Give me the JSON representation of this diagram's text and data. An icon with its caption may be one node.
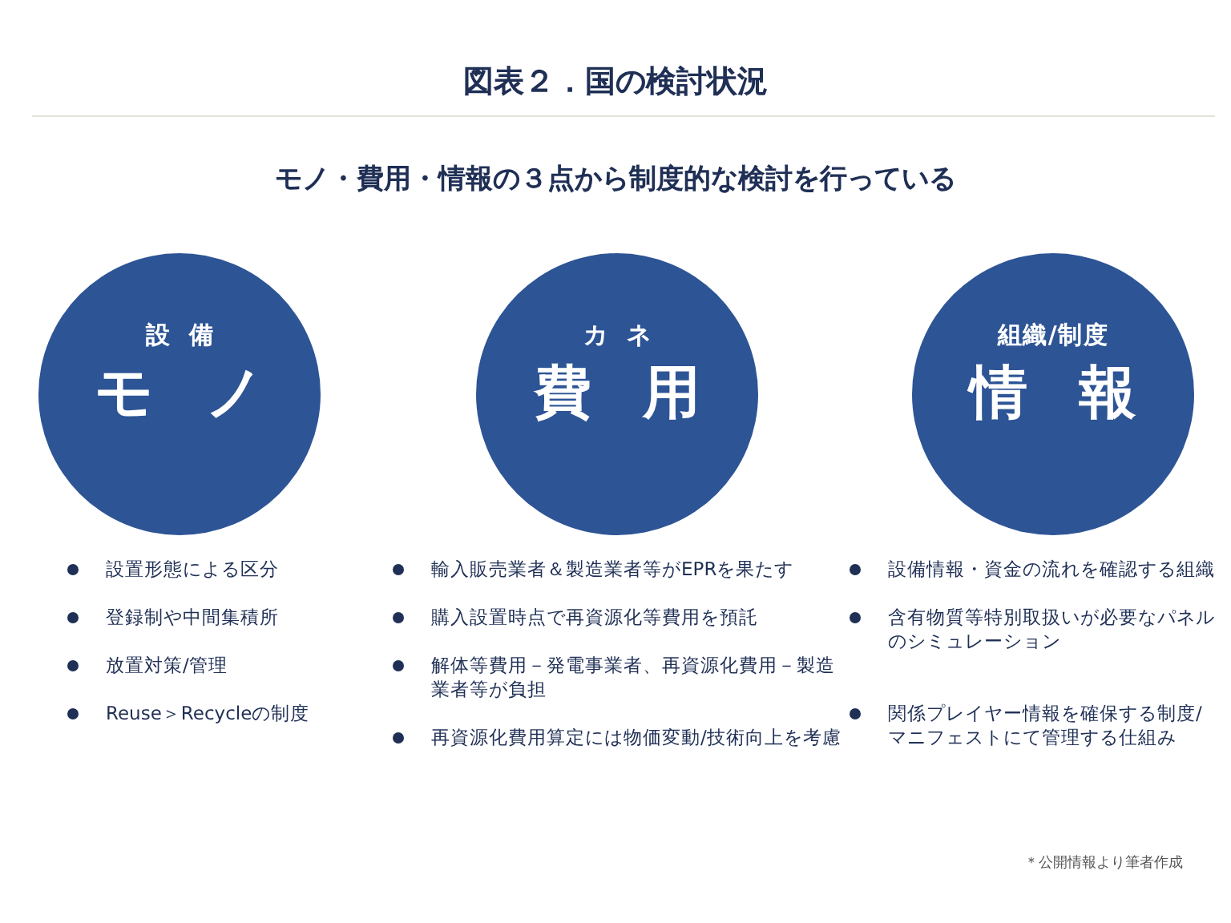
{
  "diagram": {
    "title": "図表２．国の検討状況",
    "caption": "＊公開情報より筆者作成",
    "nodes": [
      {
        "text": [
          "設備",
          "モノ"
        ],
        "beside": [
          "設置形態による区分",
          "登録制や中間集積所",
          "放置対策/管理",
          "Reuse＞Recycleの制度"
        ]
      },
      {
        "text": [
          "カネ",
          "費用"
        ],
        "beside": [
          "輸入販売業者＆製造業者等がEPRを果たす",
          "購入設置時点で再資源化等費用を預託",
          "解体等費用－発電事業者、再資源化費用－製造業者等が負担",
          "再資源化費用算定には物価変動/技術向上を考慮"
        ]
      },
      {
        "text": [
          "組織/制度",
          "情報"
        ],
        "beside": [
          "設備情報・資金の流れを確認する組織",
          "含有物質等特別取扱いが必要なパネルのシミュレーション",
          "関係プレイヤー情報を確保する制度/マニフェストにて管理する仕組み"
        ]
      }
    ],
    "labels": [
      "モノ・費用・情報の３点から制度的な検討を行っている"
    ]
  }
}
